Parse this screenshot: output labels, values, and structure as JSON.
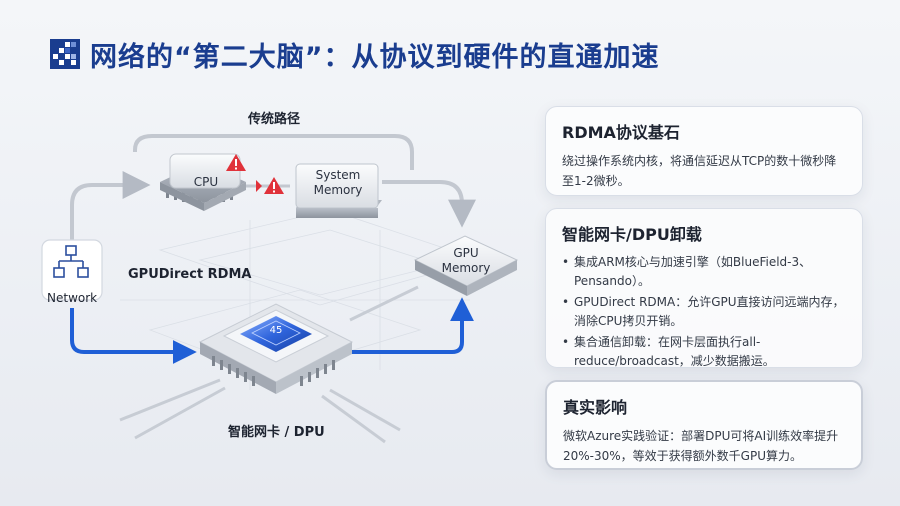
{
  "title": "网络的“第二大脑”：从协议到硬件的直通加速",
  "diagram": {
    "traditional_path_label": "传统路径",
    "gpudirect_label": "GPUDirect RDMA",
    "network_label": "Network",
    "cpu_label": "CPU",
    "system_memory_label": [
      "System",
      "Memory"
    ],
    "gpu_memory_label": [
      "GPU",
      "Memory"
    ],
    "nic_label": "智能网卡 / DPU",
    "chip_id_label": "45",
    "warning_color": "#e0323a",
    "accent_blue": "#1f5fd6"
  },
  "panels": {
    "rdma": {
      "heading": "RDMA协议基石",
      "body": "绕过操作系统内核，将通信延迟从TCP的数十微秒降至1-2微秒。"
    },
    "dpu": {
      "heading": "智能网卡/DPU卸载",
      "items": [
        "集成ARM核心与加速引擎（如BlueField-3、Pensando）。",
        "GPUDirect RDMA：允许GPU直接访问远端内存，消除CPU拷贝开销。",
        "集合通信卸载：在网卡层面执行all-reduce/broadcast，减少数据搬运。"
      ]
    },
    "impact": {
      "heading": "真实影响",
      "body": "微软Azure实践验证：部署DPU可将AI训练效率提升20%-30%，等效于获得额外数千GPU算力。"
    }
  }
}
